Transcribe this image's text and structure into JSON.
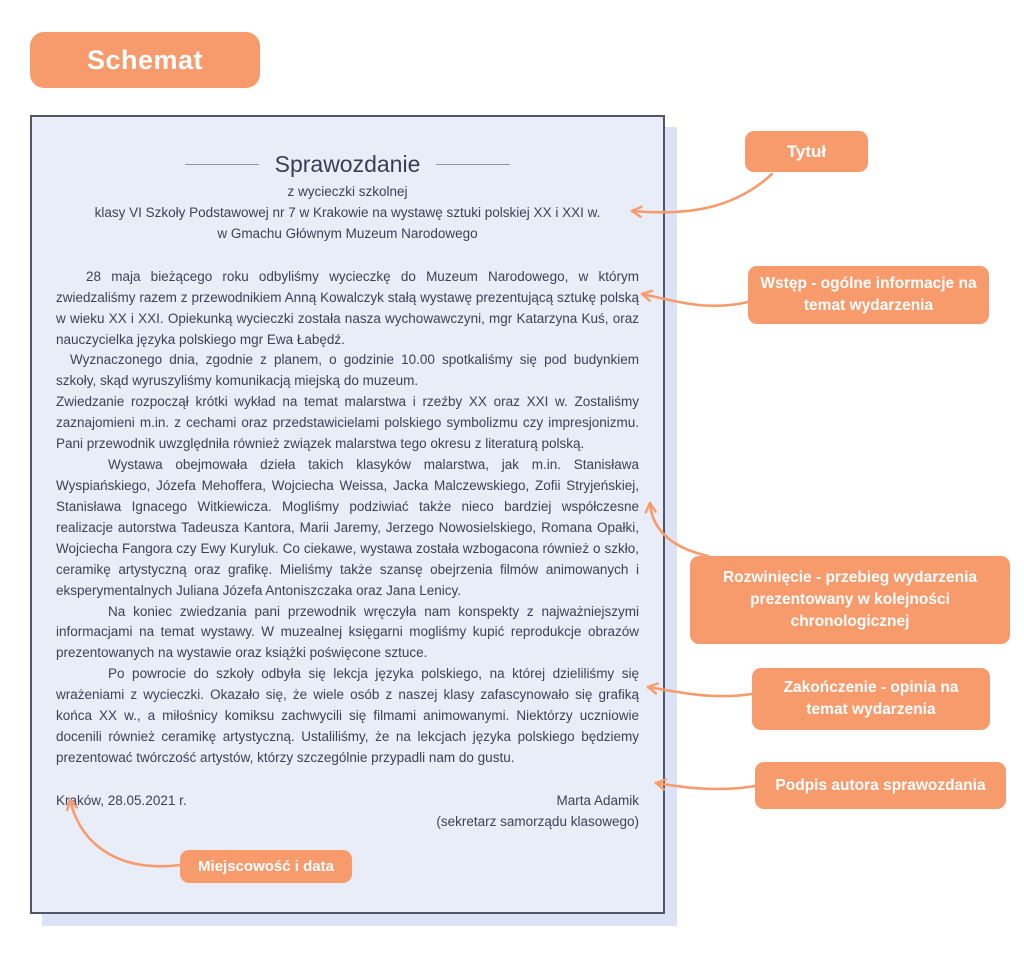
{
  "page": {
    "badge": "Schemat"
  },
  "colors": {
    "accent": "#f79b6c",
    "document_background": "#e9edf8",
    "document_border": "#54546a",
    "text": "#3e4155"
  },
  "report": {
    "title": "Sprawozdanie",
    "subtitle_lines": [
      "z wycieczki szkolnej",
      "klasy VI Szkoły Podstawowej nr 7 w Krakowie na wystawę sztuki polskiej XX i XXI w.",
      "w Gmachu Głównym Muzeum Narodowego"
    ],
    "paragraphs": [
      "28 maja bieżącego roku odbyliśmy wycieczkę do Muzeum Narodowego, w którym zwiedzaliśmy razem z przewodnikiem Anną Kowalczyk stałą wystawę prezentującą sztukę polską w wieku XX i XXI. Opiekunką wycieczki została nasza wychowawczyni, mgr Katarzyna Kuś, oraz nauczycielka języka polskiego mgr Ewa Łabędź.",
      "Wyznaczonego dnia, zgodnie z planem, o godzinie 10.00 spotkaliśmy się pod budynkiem szkoły, skąd wyruszyliśmy komunikacją miejską do muzeum.",
      "Zwiedzanie rozpoczął krótki wykład na temat malarstwa i rzeźby XX oraz XXI w. Zostaliśmy zaznajomieni m.in. z cechami oraz przedstawicielami polskiego symbolizmu czy impresjonizmu. Pani przewodnik uwzględniła również związek malarstwa tego okresu z literaturą polską.",
      "Wystawa obejmowała dzieła takich klasyków malarstwa, jak m.in. Stanisława Wyspiańskiego, Józefa Mehoffera, Wojciecha Weissa, Jacka Malczewskiego, Zofii Stryjeńskiej, Stanisława Ignacego Witkiewicza. Mogliśmy podziwiać także nieco bardziej współczesne realizacje autorstwa Tadeusza Kantora, Marii Jaremy, Jerzego Nowosielskiego, Romana Opałki, Wojciecha Fangora czy Ewy Kuryluk. Co ciekawe, wystawa została wzbogacona również o szkło, ceramikę artystyczną oraz grafikę. Mieliśmy także szansę obejrzenia filmów animowanych i eksperymentalnych Juliana Józefa Antoniszczaka oraz Jana Lenicy.",
      "Na koniec zwiedzania pani przewodnik wręczyła nam konspekty z najważniejszymi informacjami na temat wystawy. W muzealnej księgarni mogliśmy kupić reprodukcje obrazów prezentowanych na wystawie oraz książki poświęcone sztuce.",
      "Po powrocie do szkoły odbyła się lekcja języka polskiego, na której dzieliliśmy się wrażeniami z wycieczki. Okazało się, że wiele osób z naszej klasy zafascynowało się grafiką końca XX w., a miłośnicy komiksu zachwycili się filmami animowanymi. Niektórzy uczniowie docenili również ceramikę artystyczną. Ustaliliśmy, że na lekcjach języka polskiego będziemy prezentować twórczość artystów, którzy szczególnie przypadli nam do gustu."
    ],
    "footer": {
      "place_date": "Kraków, 28.05.2021 r.",
      "signature_name": "Marta Adamik",
      "signature_role": "(sekretarz samorządu klasowego)"
    }
  },
  "annotations": {
    "title": "Tytuł",
    "intro": "Wstęp - ogólne informacje na temat wydarzenia",
    "body": "Rozwinięcie - przebieg wydarzenia prezentowany w kolejności chronologicznej",
    "ending": "Zakończenie - opinia na temat wydarzenia",
    "signature": "Podpis autora sprawozdania",
    "place_date": "Miejscowość i data"
  }
}
